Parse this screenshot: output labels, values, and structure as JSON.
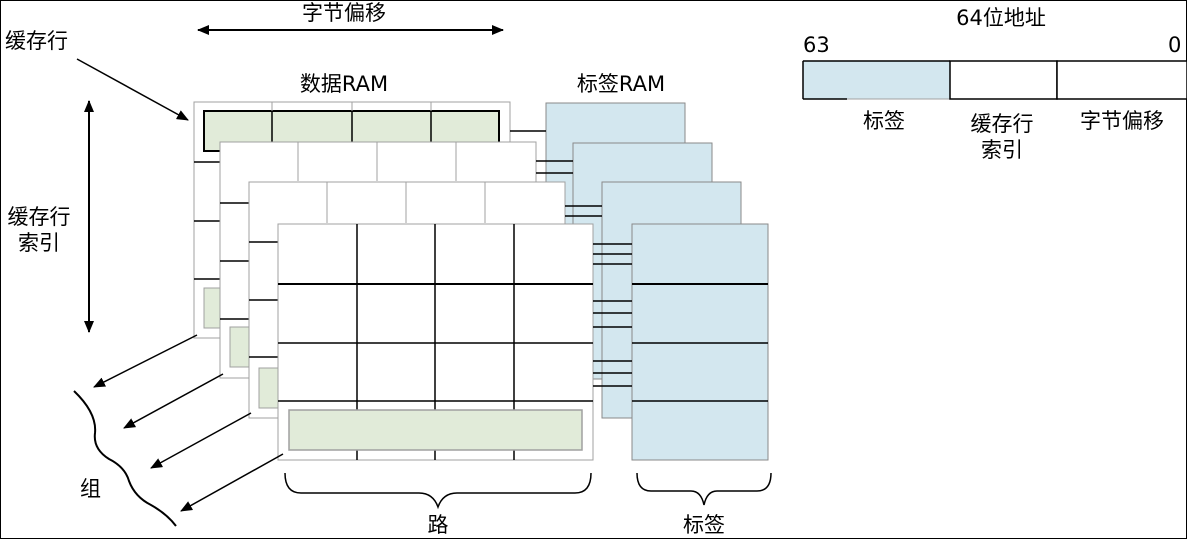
{
  "labels": {
    "byte_offset": "字节偏移",
    "cache_line": "缓存行",
    "data_ram": "数据RAM",
    "tag_ram": "标签RAM",
    "line_index_1": "缓存行",
    "line_index_2": "索引",
    "set": "组",
    "way": "路",
    "tag_bottom": "标签"
  },
  "address": {
    "title": "64位地址",
    "msb": "63",
    "lsb": "0",
    "fields": {
      "tag": "标签",
      "index_1": "缓存行",
      "index_2": "索引",
      "offset": "字节偏移"
    }
  },
  "colors": {
    "tag_fill": "#d3e7ef",
    "line_fill": "#e1ebd9",
    "stroke": "#000000",
    "grid_gray": "#a0a0a0"
  }
}
